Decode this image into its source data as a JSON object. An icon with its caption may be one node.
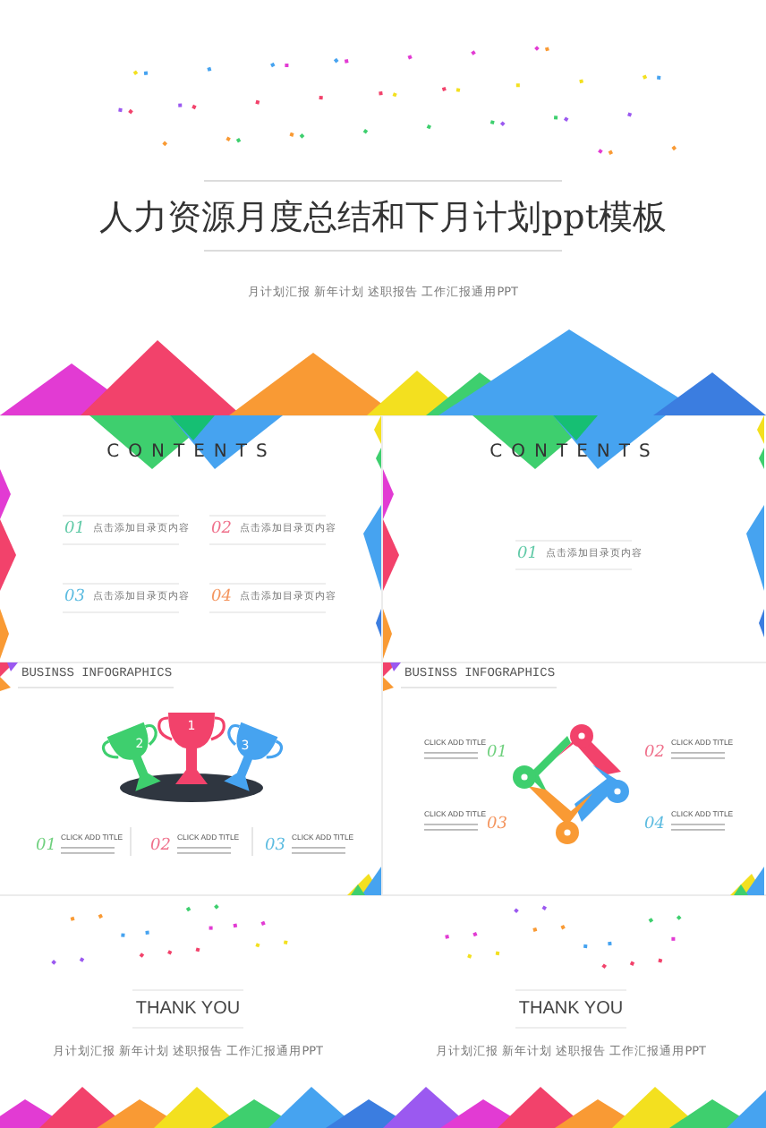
{
  "diagram": {
    "title": "人力资源月度总结和下月计划ppt模板",
    "labels": [
      "月计划汇报 新年计划 述职报告 工作汇报通用PPT",
      "CONTENTS",
      "01",
      "点击添加目录页内容",
      "02",
      "点击添加目录页内容",
      "03",
      "点击添加目录页内容",
      "04",
      "点击添加目录页内容",
      "CONTENTS",
      "01",
      "点击添加目录页内容",
      "BUSINSS INFOGRAPHICS",
      "2",
      "1",
      "3",
      "01",
      "CLICK ADD TITLE",
      "02",
      "CLICK ADD TITLE",
      "03",
      "CLICK ADD TITLE",
      "BUSINSS INFOGRAPHICS",
      "CLICK ADD TITLE",
      "01",
      "02",
      "CLICK ADD TITLE",
      "CLICK ADD TITLE",
      "03",
      "04",
      "CLICK ADD TITLE",
      "THANK YOU",
      "月计划汇报 新年计划 述职报告 工作汇报通用PPT",
      "THANK YOU",
      "月计划汇报 新年计划 述职报告 工作汇报通用PPT"
    ]
  }
}
